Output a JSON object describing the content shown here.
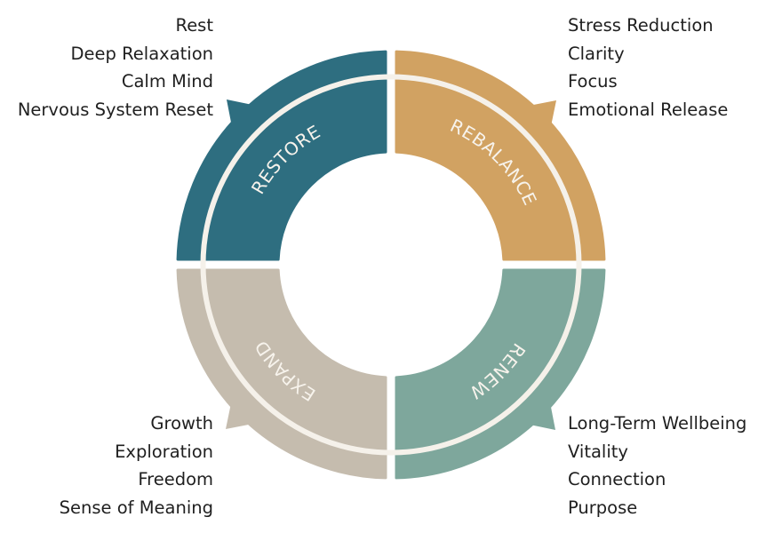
{
  "colors": {
    "restore": "#2e6e80",
    "rebalance": "#d1a262",
    "renew": "#7ea79c",
    "expand": "#c5bcae",
    "ring": "#f5f1ea"
  },
  "segments": {
    "restore": {
      "label": "RESTORE",
      "items": [
        "Rest",
        "Deep Relaxation",
        "Calm Mind",
        "Nervous System Reset"
      ]
    },
    "rebalance": {
      "label": "REBALANCE",
      "items": [
        "Stress Reduction",
        "Clarity",
        "Focus",
        "Emotional Release"
      ]
    },
    "renew": {
      "label": "RENEW",
      "items": [
        "Long-Term Wellbeing",
        "Vitality",
        "Connection",
        "Purpose"
      ]
    },
    "expand": {
      "label": "EXPAND",
      "items": [
        "Growth",
        "Exploration",
        "Freedom",
        "Sense of Meaning"
      ]
    }
  }
}
